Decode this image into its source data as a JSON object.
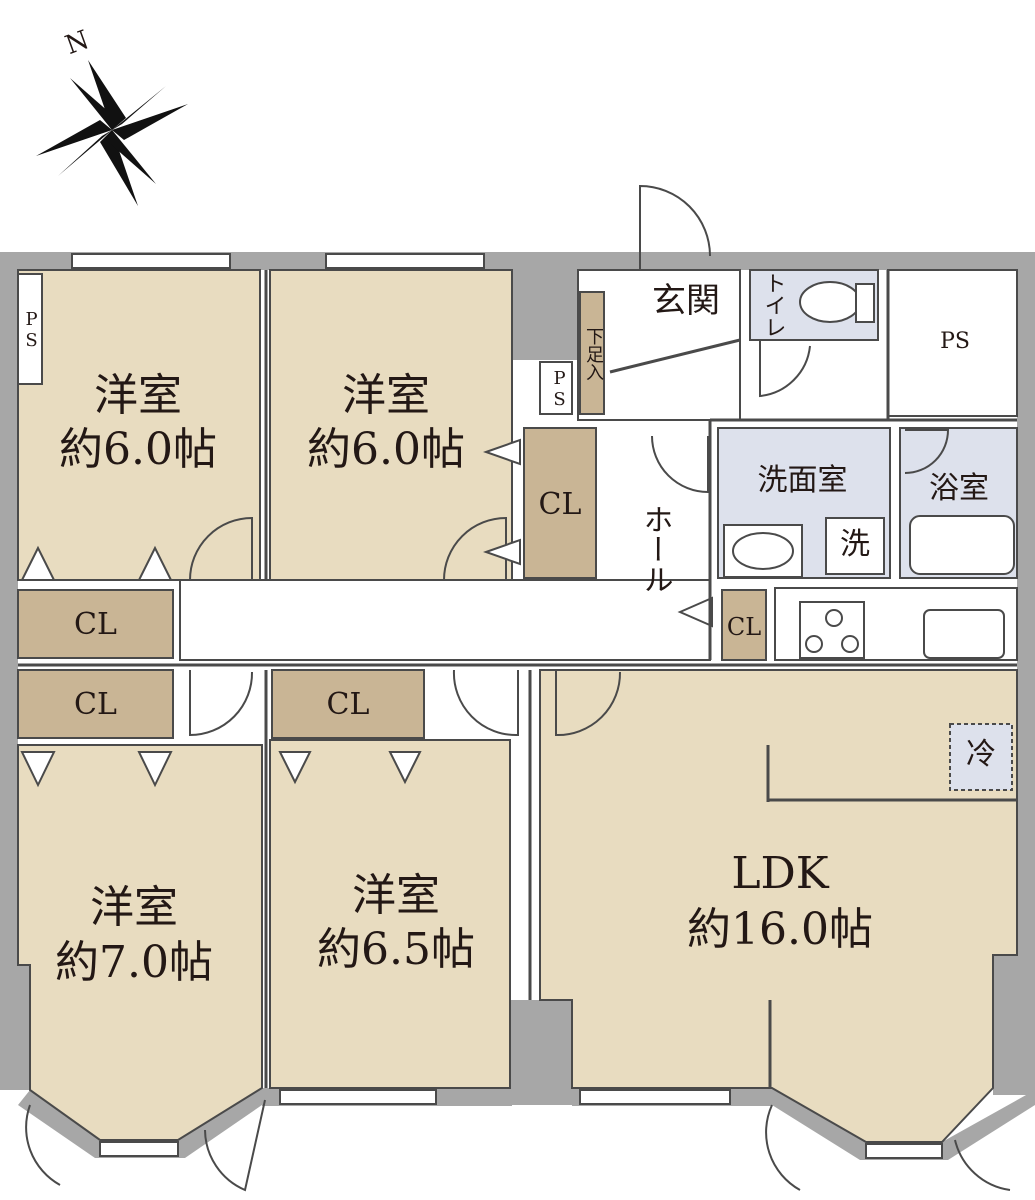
{
  "compass": {
    "north_label": "N"
  },
  "rooms": {
    "bed_top_left": {
      "name": "洋室",
      "size": "約6.0帖"
    },
    "bed_top_mid": {
      "name": "洋室",
      "size": "約6.0帖"
    },
    "bed_bottom_left": {
      "name": "洋室",
      "size": "約7.0帖"
    },
    "bed_bottom_mid": {
      "name": "洋室",
      "size": "約6.5帖"
    },
    "ldk": {
      "name": "LDK",
      "size": "約16.0帖"
    }
  },
  "labels": {
    "entrance": "玄関",
    "toilet": "トイレ",
    "ps_right": "PS",
    "ps_left": "PS",
    "ps_hall": "PS",
    "shoe_box": "下足入",
    "hall": "ホール",
    "washroom": "洗面室",
    "bathroom": "浴室",
    "washer": "洗",
    "fridge": "冷",
    "cl_hall": "CL",
    "cl_left_1": "CL",
    "cl_left_2": "CL",
    "cl_mid": "CL",
    "cl_kitchen": "CL"
  },
  "colors": {
    "room_fill": "#e8dcc0",
    "closet_fill": "#c9b595",
    "wet_fill": "#dde1ec",
    "wall": "#a7a7a7",
    "line": "#4a4a4a"
  }
}
